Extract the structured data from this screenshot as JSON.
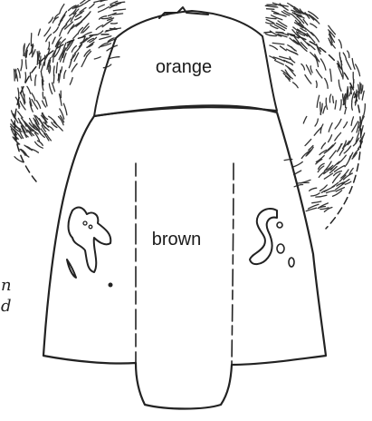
{
  "diagram": {
    "regions": {
      "upper": {
        "label": "orange"
      },
      "lower": {
        "label": "brown"
      }
    },
    "margin_text": {
      "line1": "n",
      "line2": "d"
    },
    "colors": {
      "ink": "#222222",
      "background": "#ffffff"
    }
  }
}
